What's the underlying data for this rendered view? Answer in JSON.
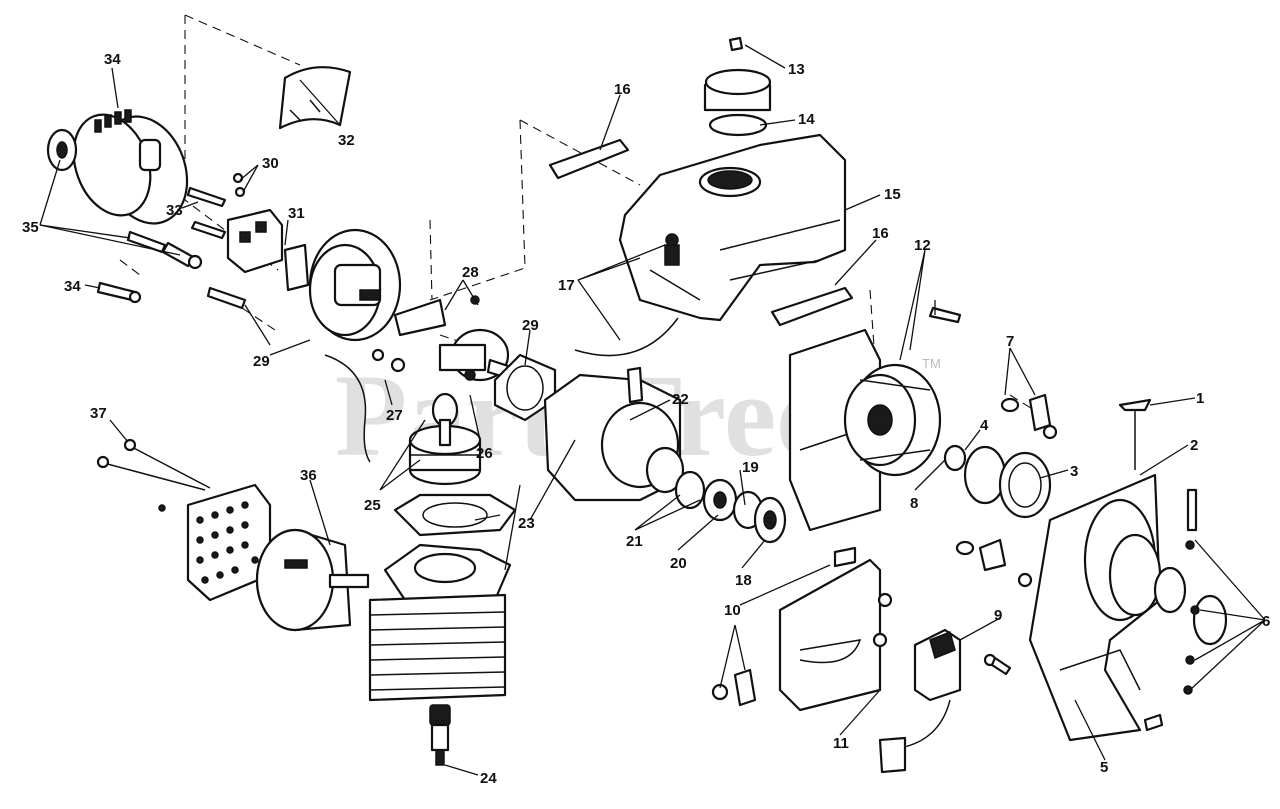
{
  "watermark": {
    "text": "PartsTree",
    "trademark": "TM"
  },
  "callouts": [
    "34",
    "32",
    "35",
    "33",
    "30",
    "31",
    "34",
    "29",
    "28",
    "29",
    "27",
    "26",
    "25",
    "37",
    "36",
    "23",
    "24",
    "13",
    "14",
    "16",
    "15",
    "16",
    "17",
    "22",
    "21",
    "20",
    "19",
    "18",
    "12",
    "7",
    "1",
    "2",
    "3",
    "4",
    "8",
    "10",
    "9",
    "11",
    "6",
    "5"
  ]
}
